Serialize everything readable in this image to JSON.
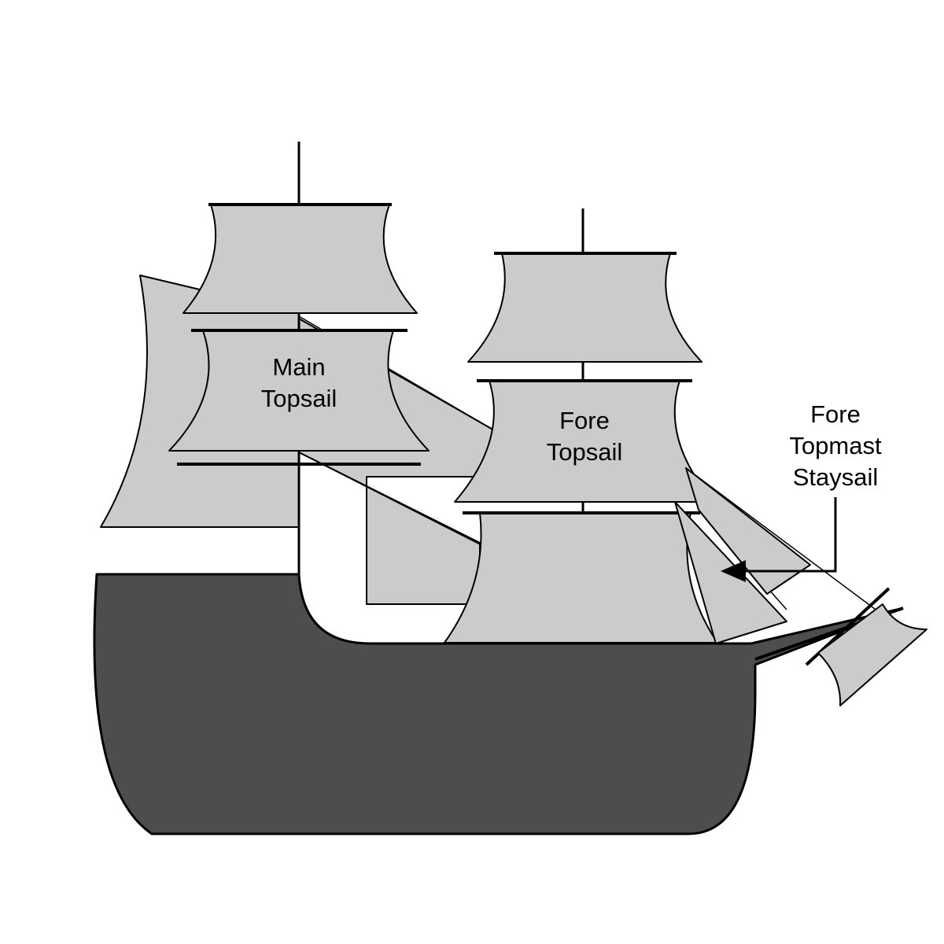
{
  "diagram": {
    "labels": {
      "main_topsail": [
        "Main",
        "Topsail"
      ],
      "fore_topsail": [
        "Fore",
        "Topsail"
      ],
      "fore_topmast_staysail": [
        "Fore",
        "Topmast",
        "Staysail"
      ]
    },
    "colors": {
      "sail": "#cbcbcb",
      "hull": "#4d4d4d",
      "outline": "#000000",
      "background": "#ffffff"
    }
  }
}
